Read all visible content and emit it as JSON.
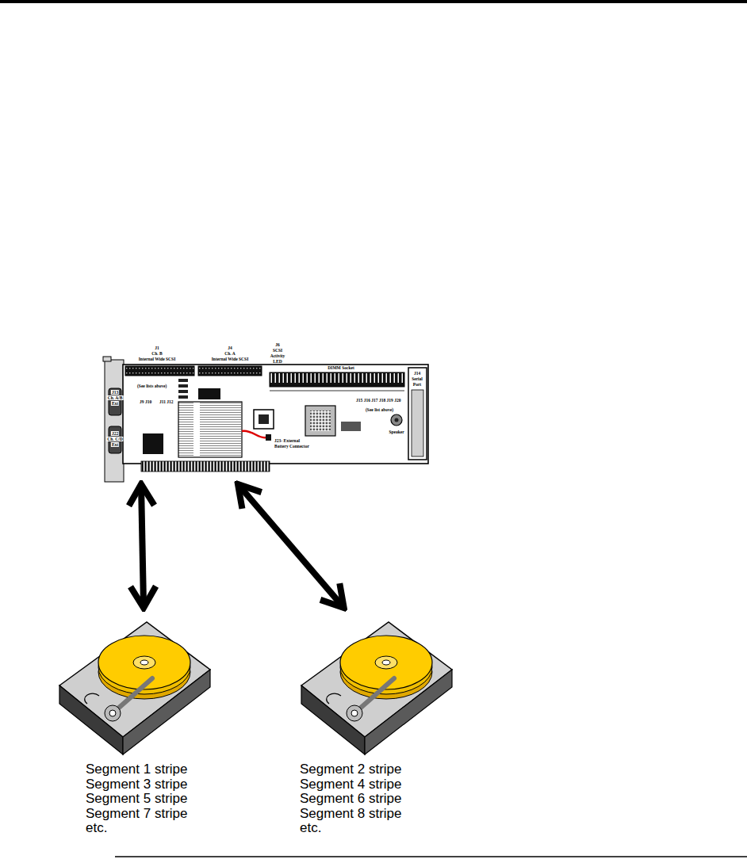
{
  "diagram": {
    "nodes": [
      {
        "text": [
          "J1",
          "Ch. B",
          "Internal Wide SCSI",
          "J4",
          "Ch. A",
          "Internal Wide SCSI",
          "J6",
          "SCSI",
          "Activity",
          "LED",
          "DIMM Socket",
          "(See lists above)",
          "J13",
          "Ch. A/B",
          "Ext",
          "J9 J10",
          "J11 J12",
          "J22",
          "Ch. C/D",
          "Ext",
          "J15 J16 J17 J18 J19 J20",
          "(See list above)",
          "J14",
          "Serial",
          "Port",
          "Speaker",
          "J23- External",
          "Battery Connector"
        ]
      },
      {
        "text": [
          "Segment 1 stripe",
          "Segment 3 stripe",
          "Segment 5 stripe",
          "Segment 7 stripe",
          "etc."
        ]
      },
      {
        "text": [
          "Segment 2 stripe",
          "Segment 4 stripe",
          "Segment 6 stripe",
          "Segment 8 stripe",
          "etc."
        ]
      }
    ],
    "edges": [
      {
        "from": 0,
        "to": 1,
        "arrow": "both"
      },
      {
        "from": 0,
        "to": 2,
        "arrow": "both"
      }
    ]
  }
}
